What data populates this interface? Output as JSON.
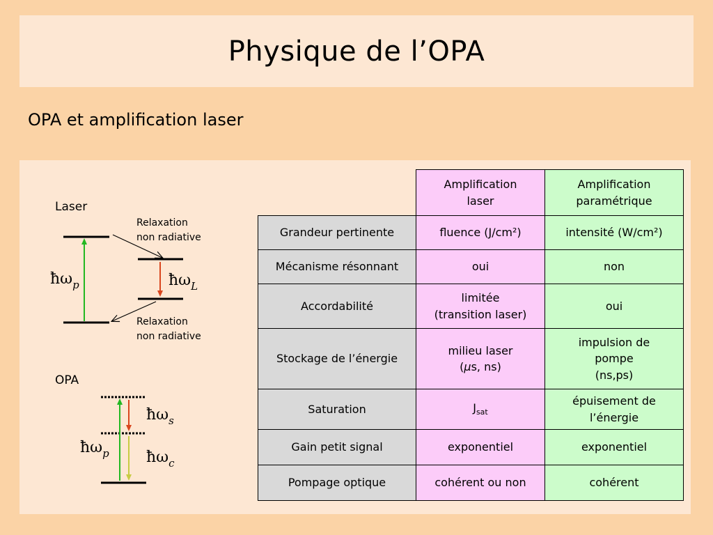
{
  "slide": {
    "title": "Physique de l’OPA",
    "subtitle": "OPA et amplification laser"
  },
  "diagram": {
    "laser_label": "Laser",
    "opa_label": "OPA",
    "relaxation_top_line1": "Relaxation",
    "relaxation_top_line2": "non radiative",
    "relaxation_bottom_line1": "Relaxation",
    "relaxation_bottom_line2": "non radiative",
    "hbar": "ħω",
    "sub_p": "p",
    "sub_L": "L",
    "sub_s": "s",
    "sub_c": "c",
    "colors": {
      "pump_arrow": "#22b822",
      "laser_arrow": "#d9461e",
      "signal_arrow": "#d9461e",
      "complementary_arrow": "#c8cc44"
    }
  },
  "table": {
    "headers": {
      "laser_line1": "Amplification",
      "laser_line2": "laser",
      "param_line1": "Amplification",
      "param_line2": "paramétrique"
    },
    "rows": [
      {
        "label": "Grandeur pertinente",
        "laser": "fluence (J/cm²)",
        "param": "intensité (W/cm²)"
      },
      {
        "label": "Mécanisme résonnant",
        "laser": "oui",
        "param": "non"
      },
      {
        "label": "Accordabilité",
        "laser_line1": "limitée",
        "laser_line2": "(transition laser)",
        "param": "oui"
      },
      {
        "label": "Stockage de l’énergie",
        "laser_line1": "milieu laser",
        "laser_line2_mu": "μ",
        "laser_line2_rest": "s, ns)",
        "laser_line2_open": "(",
        "param_line1": "impulsion de",
        "param_line2": "pompe",
        "param_line3": "(ns,ps)"
      },
      {
        "label": "Saturation",
        "laser_main": "J",
        "laser_sub": "sat",
        "param_line1": "épuisement de",
        "param_line2": "l’énergie"
      },
      {
        "label": "Gain petit signal",
        "laser": "exponentiel",
        "param": "exponentiel"
      },
      {
        "label": "Pompage optique",
        "laser": "cohérent ou non",
        "param": "cohérent"
      }
    ]
  }
}
